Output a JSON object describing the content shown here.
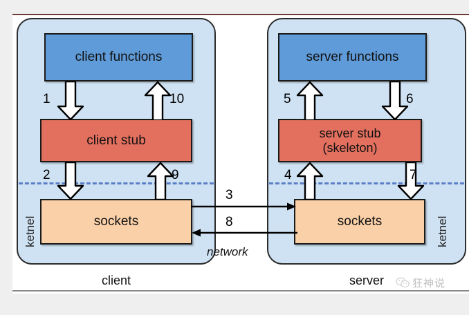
{
  "diagram": {
    "title": "RPC client/server stub and sockets diagram",
    "colors": {
      "panel_bg": "#cfe2f3",
      "functions_box": "#5f9bd8",
      "stub_box": "#e3705f",
      "sockets_box": "#fad0a8",
      "kernel_divider": "#5b7fc4",
      "outline": "#1a1a1a",
      "sheet_bg": "#ffffff",
      "page_bg": "#efefef"
    },
    "client": {
      "role_label": "client",
      "kernel_label": "ketnel",
      "boxes": {
        "functions": "client functions",
        "stub": "client stub",
        "sockets": "sockets"
      },
      "steps": {
        "down_to_stub": "1",
        "up_to_functions": "10",
        "down_to_sockets": "2",
        "up_to_stub": "9"
      }
    },
    "server": {
      "role_label": "server",
      "kernel_label": "ketnel",
      "boxes": {
        "functions": "server functions",
        "stub_line1": "server stub",
        "stub_line2": "(skeleton)",
        "sockets": "sockets"
      },
      "steps": {
        "up_to_functions": "5",
        "down_to_stub": "6",
        "up_to_stub": "4",
        "down_to_sockets": "7"
      }
    },
    "network": {
      "label": "network",
      "request_step": "3",
      "reply_step": "8"
    },
    "watermark": {
      "text": "狂神说",
      "icon": "wechat-icon"
    }
  }
}
